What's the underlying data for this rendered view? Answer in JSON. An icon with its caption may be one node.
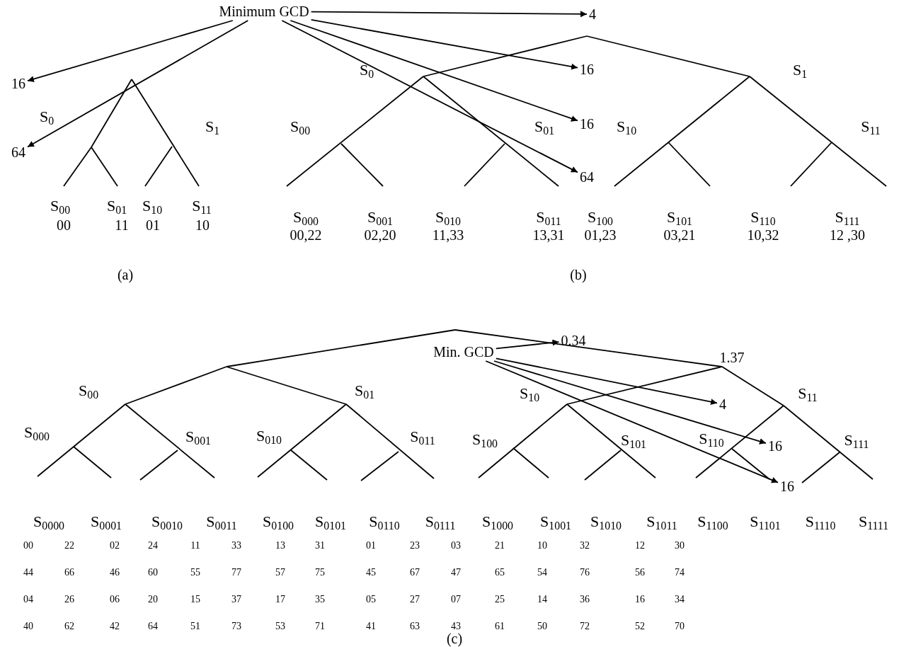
{
  "diagram": {
    "nodes": [
      {
        "text": [
          "Minimum GCD"
        ]
      },
      {
        "text": [
          "16"
        ]
      },
      {
        "text": [
          "64"
        ]
      },
      {
        "text": [
          "4"
        ]
      },
      {
        "text": [
          "16"
        ]
      },
      {
        "text": [
          "16"
        ]
      },
      {
        "text": [
          "64"
        ]
      },
      {
        "text": [
          "Min. GCD"
        ]
      },
      {
        "text": [
          "0.34"
        ]
      },
      {
        "text": [
          "4"
        ]
      },
      {
        "text": [
          "16"
        ]
      },
      {
        "text": [
          "16"
        ]
      }
    ],
    "edges": [
      {
        "from": 0,
        "to": 1,
        "arrow": "to"
      },
      {
        "from": 0,
        "to": 2,
        "arrow": "to"
      },
      {
        "from": 0,
        "to": 3,
        "arrow": "to"
      },
      {
        "from": 0,
        "to": 4,
        "arrow": "to"
      },
      {
        "from": 0,
        "to": 5,
        "arrow": "to"
      },
      {
        "from": 0,
        "to": 6,
        "arrow": "to"
      },
      {
        "from": 7,
        "to": 8,
        "arrow": "to"
      },
      {
        "from": 7,
        "to": 9,
        "arrow": "to"
      },
      {
        "from": 7,
        "to": 10,
        "arrow": "to"
      },
      {
        "from": 7,
        "to": 11,
        "arrow": "to"
      }
    ],
    "labels": [
      "S$_{0}$",
      "S$_{1}$",
      "S$_{00}$",
      "S$_{01}$",
      "S$_{10}$",
      "S$_{11}$",
      "00",
      "11",
      "01",
      "10",
      "(a)",
      "S$_{0}$",
      "S$_{1}$",
      "S$_{00}$",
      "S$_{01}$",
      "S$_{10}$",
      "S$_{11}$",
      "S$_{000}$",
      "S$_{001}$",
      "S$_{010}$",
      "S$_{011}$",
      "S$_{100}$",
      "S$_{101}$",
      "S$_{110}$",
      "S$_{111}$",
      "00,22",
      "02,20",
      "11,33",
      "13,31",
      "01,23",
      "03,21",
      "10,32",
      "12 ,30",
      "(b)",
      "1.37",
      "S$_{00}$",
      "S$_{01}$",
      "S$_{10}$",
      "S$_{11}$",
      "S$_{000}$",
      "S$_{001}$",
      "S$_{010}$",
      "S$_{011}$",
      "S$_{100}$",
      "S$_{101}$",
      "S$_{110}$",
      "S$_{111}$",
      "S$_{0000}$",
      "S$_{0001}$",
      "S$_{0010}$",
      "S$_{0011}$",
      "S$_{0100}$",
      "S$_{0101}$",
      "S$_{0110}$",
      "S$_{0111}$",
      "S$_{1000}$",
      "S$_{1001}$",
      "S$_{1010}$",
      "S$_{1011}$",
      "S$_{1100}$",
      "S$_{1101}$",
      "S$_{1110}$",
      "S$_{1111}$",
      "00",
      "22",
      "02",
      "24",
      "11",
      "33",
      "13",
      "31",
      "01",
      "23",
      "03",
      "21",
      "10",
      "32",
      "12",
      "30",
      "44",
      "66",
      "46",
      "60",
      "55",
      "77",
      "57",
      "75",
      "45",
      "67",
      "47",
      "65",
      "54",
      "76",
      "56",
      "74",
      "04",
      "26",
      "06",
      "20",
      "15",
      "37",
      "17",
      "35",
      "05",
      "27",
      "07",
      "25",
      "14",
      "36",
      "16",
      "34",
      "40",
      "62",
      "42",
      "64",
      "51",
      "73",
      "53",
      "71",
      "41",
      "63",
      "43",
      "61",
      "50",
      "72",
      "52",
      "70",
      "(c)"
    ]
  }
}
